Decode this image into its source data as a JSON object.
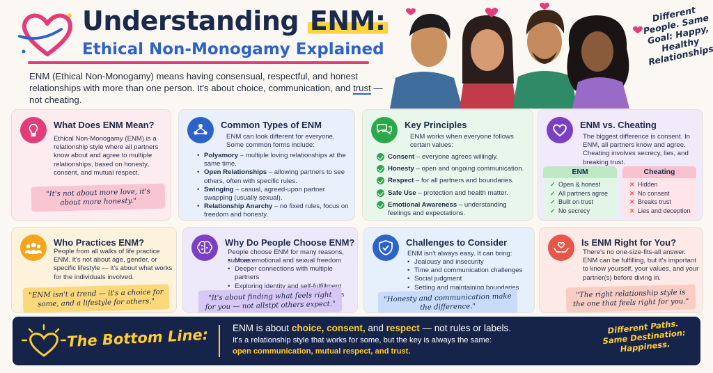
{
  "header": {
    "title_prefix": "Understanding",
    "title_highlight": "ENM:",
    "subtitle": "Ethical Non-Monogamy Explained",
    "intro_before": "ENM (Ethical Non-Monogamy) means having consensual, respectful, and honest relationships with more than one person. It's about choice, communication, and",
    "intro_link": "trust",
    "intro_after": "— not cheating.",
    "tagline": "Different People. Same Goal: Happy, Healthy Relationships."
  },
  "colors": {
    "navy": "#1b2a4a",
    "pink": "#e23c7a",
    "blue": "#2c63c9",
    "green": "#2aa84a",
    "purple": "#7b3fc4",
    "orange": "#f3a51c",
    "red": "#e8564a",
    "yellow": "#ffcc33"
  },
  "cards": {
    "what": {
      "icon": "lightbulb-icon",
      "title": "What Does ENM Mean?",
      "text": "Ethical Non-Monogamy (ENM) is a relationship style where all partners know about and agree to multiple relationships, based on honesty, consent, and mutual respect.",
      "quote": "\"It's not about more love, it's about more honesty.\""
    },
    "types": {
      "icon": "people-network-icon",
      "title": "Common Types of ENM",
      "intro": "ENM can look different for everyone. Some common forms include:",
      "items": [
        {
          "term": "Polyamory",
          "desc": "– multiple loving relationships at the same time."
        },
        {
          "term": "Open Relationships",
          "desc": "– allowing partners to see others, often with specific rules."
        },
        {
          "term": "Swinging",
          "desc": "– casual, agreed-upon partner swapping (usually sexual)."
        },
        {
          "term": "Relationship Anarchy",
          "desc": "– no fixed rules, focus on freedom and honesty."
        }
      ]
    },
    "principles": {
      "icon": "chat-bubbles-icon",
      "title": "Key Principles",
      "intro": "ENM works when everyone follows certain values:",
      "items": [
        {
          "term": "Consent",
          "desc": "– everyone agrees willingly."
        },
        {
          "term": "Honesty",
          "desc": "– open and ongoing communication."
        },
        {
          "term": "Respect",
          "desc": "– for all partners and boundaries."
        },
        {
          "term": "Safe Use",
          "desc": "– protection and health matter."
        },
        {
          "term": "Emotional Awareness",
          "desc": "– understanding feelings and expectations."
        }
      ]
    },
    "vs": {
      "icon": "heart-icon",
      "title": "ENM vs. Cheating",
      "text": "The biggest difference is consent. In ENM, all partners know and agree. Cheating involves secrecy, lies, and breaking trust.",
      "enm_label": "ENM",
      "enm_items": [
        "Open & honest",
        "All partners agree",
        "Built on trust",
        "No secrecy"
      ],
      "cheat_label": "Cheating",
      "cheat_items": [
        "Hidden",
        "No consent",
        "Breaks trust",
        "Lies and deception"
      ]
    },
    "who": {
      "icon": "group-icon",
      "title": "Who Practices ENM?",
      "text": "People from all walks of life practice ENM. It's not about age, gender, or specific lifestyle — it's about what works for the individuals involved.",
      "quote": "\"ENM isn't a trend — it's a choice for some, and a lifestyle for others.\""
    },
    "why": {
      "icon": "brain-icon",
      "title": "Why Do People Choose ENM?",
      "intro": "People choose ENM for many reasons, such as:",
      "items": [
        "More emotional and sexual freedom",
        "Deeper connections with multiple partners",
        "Exploring identity and self-fulfillment",
        "Avoiding traditional relationship limits"
      ],
      "quote": "\"It's about finding what feels right for you — not allstpt others expect.\""
    },
    "challenges": {
      "icon": "shield-check-icon",
      "title": "Challenges to Consider",
      "intro": "ENM isn't always easy. It can bring:",
      "items": [
        "Jealousy and insecurity",
        "Time and communication challenges",
        "Social judgment",
        "Setting and maintaining boundaries"
      ],
      "quote": "\"Honesty and communication make the difference.\""
    },
    "right": {
      "icon": "hands-heart-icon",
      "title": "Is ENM Right for You?",
      "text": "There's no one-size-fits-all answer. ENM can be fulfilling, but it's important to know yourself, your values, and your partner(s) before diving in.",
      "quote": "\"The right relationship style is the one that feels right for you.\""
    }
  },
  "bottom": {
    "title": "The Bottom Line:",
    "l1_a": "ENM is about",
    "l1_b": "choice, consent,",
    "l1_c": "and",
    "l1_d": "respect",
    "l1_e": "— not rules or labels.",
    "line2": "It's a relationship style that works for some, but the key is always the same:",
    "line3": "open communication, mutual respect, and trust.",
    "tagline": "Different Paths. Same Destination: Happiness."
  }
}
